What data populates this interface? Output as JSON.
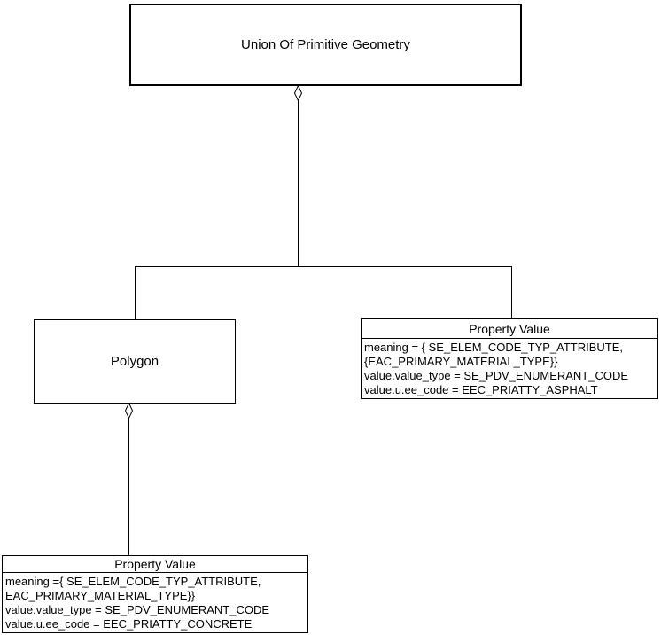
{
  "diagram": {
    "kind": "uml-class-aggregation-diagram",
    "colors": {
      "background": "#ffffff",
      "line": "#000000",
      "text": "#000000"
    },
    "nodes": {
      "union": {
        "title": "Union Of Primitive Geometry"
      },
      "polygon": {
        "title": "Polygon"
      },
      "pv_right": {
        "title": "Property Value",
        "attributes": [
          "meaning = { SE_ELEM_CODE_TYP_ATTRIBUTE,",
          "{EAC_PRIMARY_MATERIAL_TYPE}}",
          "value.value_type = SE_PDV_ENUMERANT_CODE",
          "value.u.ee_code = EEC_PRIATTY_ASPHALT"
        ]
      },
      "pv_bottom": {
        "title": "Property Value",
        "attributes": [
          "meaning ={ SE_ELEM_CODE_TYP_ATTRIBUTE,",
          "EAC_PRIMARY_MATERIAL_TYPE}}",
          "value.value_type = SE_PDV_ENUMERANT_CODE",
          "value.u.ee_code = EEC_PRIATTY_CONCRETE"
        ]
      }
    },
    "connectors": [
      {
        "type": "aggregation",
        "diamond": "open",
        "parent": "Union Of Primitive Geometry",
        "children": [
          "Polygon",
          "Property Value (asphalt)"
        ]
      },
      {
        "type": "aggregation",
        "diamond": "open",
        "parent": "Polygon",
        "children": [
          "Property Value (concrete)"
        ]
      }
    ]
  }
}
